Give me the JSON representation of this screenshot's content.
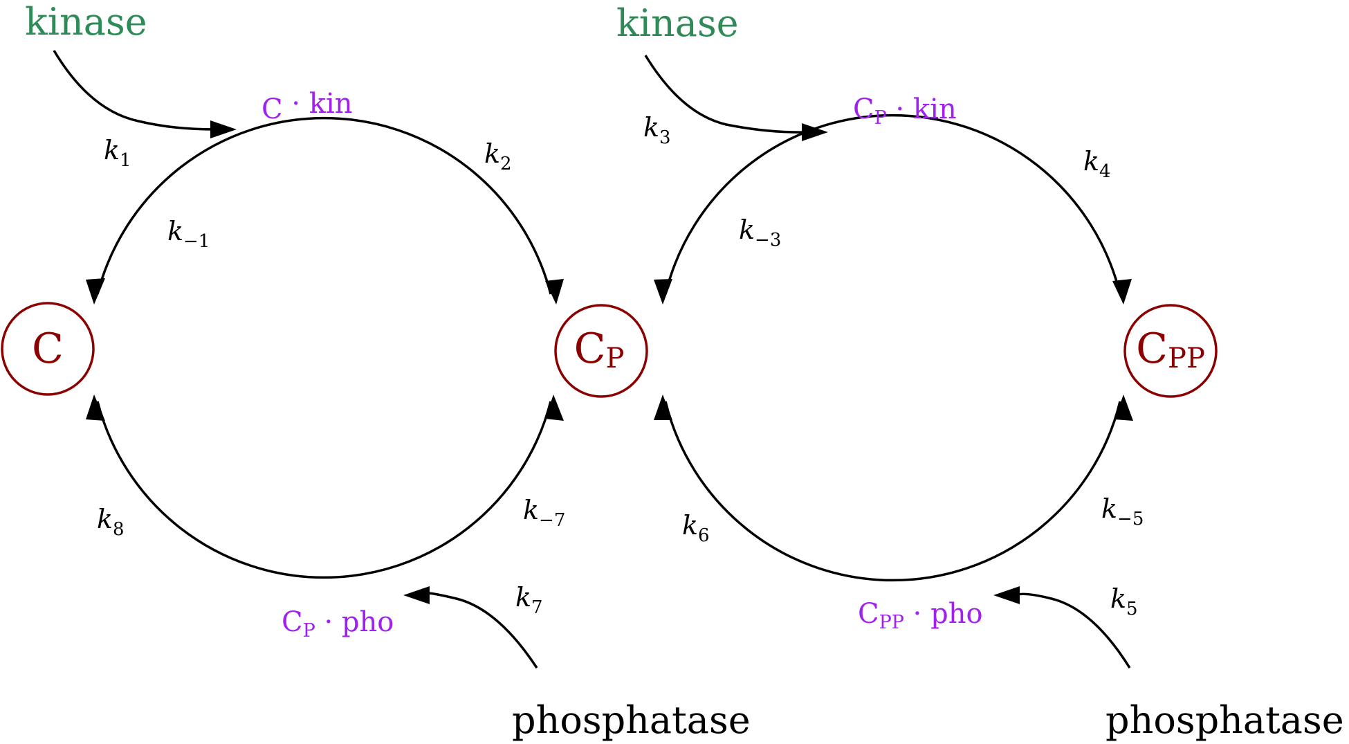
{
  "colors": {
    "state": "#8b0000",
    "kinase": "#2e8b57",
    "phosphatase": "#000000",
    "complex": "#a020f0",
    "arrow": "#000000"
  },
  "states": {
    "c": {
      "base": "C",
      "sub": ""
    },
    "cp": {
      "base": "C",
      "sub": "P"
    },
    "cpp": {
      "base": "C",
      "sub": "PP"
    }
  },
  "enzymes": {
    "kinase_1": "kinase",
    "kinase_2": "kinase",
    "phosphatase_1": "phosphatase",
    "phosphatase_2": "phosphatase"
  },
  "complexes": {
    "c_kin": {
      "base": "C",
      "sub": "",
      "tail": " · kin"
    },
    "cp_kin": {
      "base": "C",
      "sub": "P",
      "tail": " · kin"
    },
    "cp_pho": {
      "base": "C",
      "sub": "P",
      "tail": " · pho"
    },
    "cpp_pho": {
      "base": "C",
      "sub": "PP",
      "tail": " · pho"
    }
  },
  "rates": {
    "k1": {
      "base": "k",
      "sub": "1"
    },
    "k_1": {
      "base": "k",
      "sub": "−1"
    },
    "k2": {
      "base": "k",
      "sub": "2"
    },
    "k3": {
      "base": "k",
      "sub": "3"
    },
    "k_3": {
      "base": "k",
      "sub": "−3"
    },
    "k4": {
      "base": "k",
      "sub": "4"
    },
    "k5": {
      "base": "k",
      "sub": "5"
    },
    "k_5": {
      "base": "k",
      "sub": "−5"
    },
    "k6": {
      "base": "k",
      "sub": "6"
    },
    "k7": {
      "base": "k",
      "sub": "7"
    },
    "k_7": {
      "base": "k",
      "sub": "−7"
    },
    "k8": {
      "base": "k",
      "sub": "8"
    }
  }
}
